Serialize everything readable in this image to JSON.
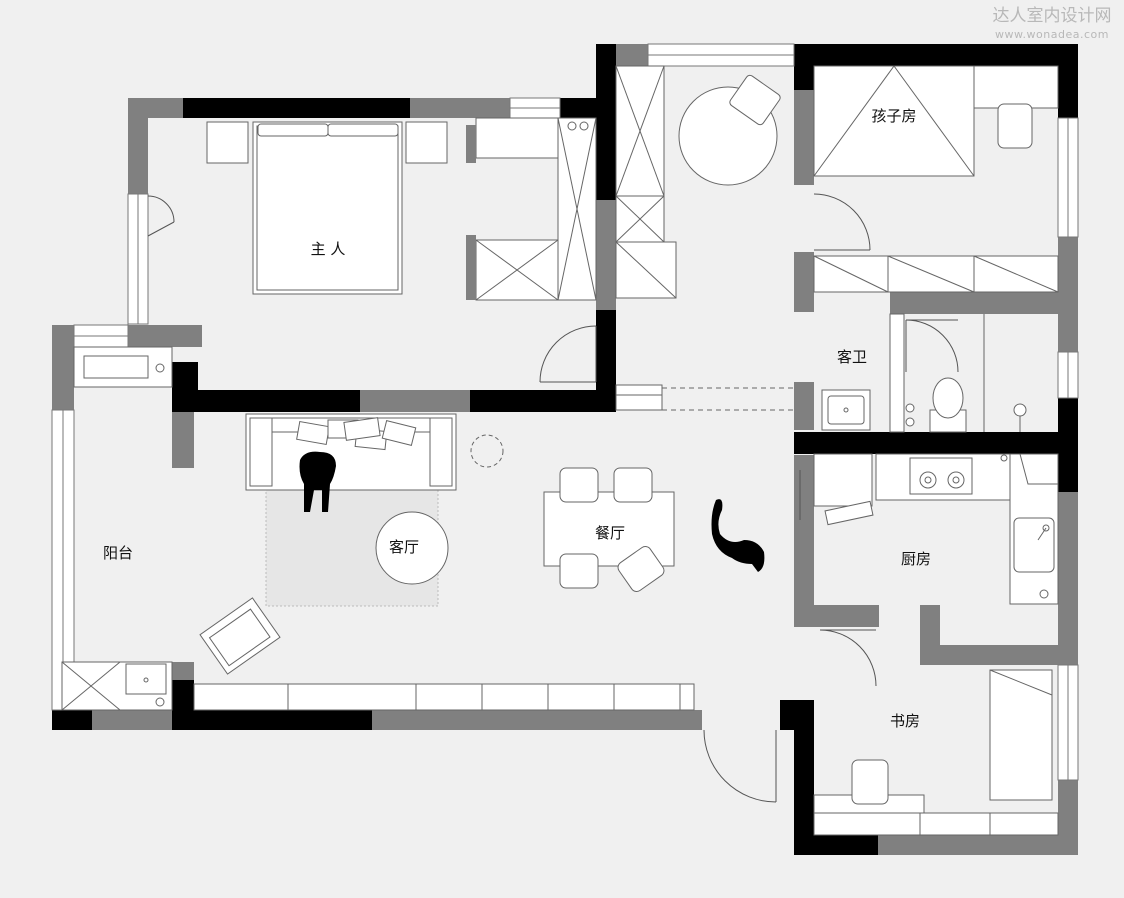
{
  "watermark": {
    "brand": "达人室内设计网",
    "url": "www.wonadea.com"
  },
  "rooms": {
    "master": "主 人",
    "child": "孩子房",
    "guest_bath": "客卫",
    "balcony": "阳台",
    "living": "客厅",
    "dining": "餐厅",
    "kitchen": "厨房",
    "study": "书房"
  },
  "colors": {
    "background": "#f0f0f0",
    "wall_solid": "#000000",
    "wall_light": "#808080",
    "furniture_fill": "#ffffff",
    "line": "#777777"
  }
}
